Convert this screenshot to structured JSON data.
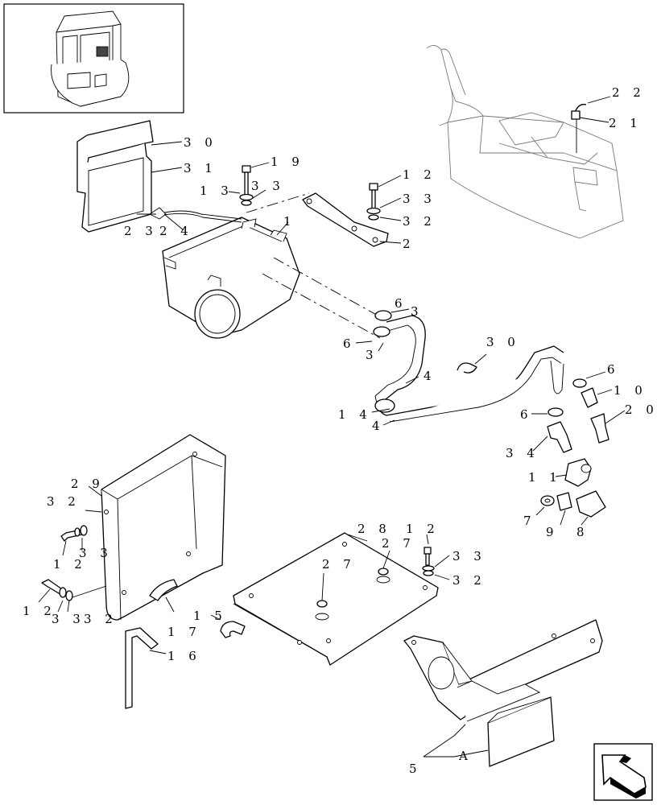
{
  "labels": {
    "l22": "2 2",
    "l21": "2 1",
    "l30a": "3 0",
    "l31": "3 1",
    "l19": "1 9",
    "l13": "1 3",
    "l33a": "3 3",
    "l12a": "1 2",
    "l33b": "3 3",
    "l32a": "3 2",
    "l2": "2",
    "l1": "1",
    "l23": "2 3",
    "l24a": "2 4",
    "l6a": "6",
    "l3a": "3",
    "l6b": "6",
    "l3b": "3",
    "l30b": "3 0",
    "l6c": "6",
    "l4a": "4",
    "l10": "1 0",
    "l14": "1 4",
    "l4b": "4",
    "l20": "2 0",
    "l6d": "6",
    "l34": "3 4",
    "l11": "1 1",
    "l7": "7",
    "l9": "9",
    "l8": "8",
    "l29": "2 9",
    "l32b": "3 2",
    "l12b": "1 2",
    "l33c": "3 3",
    "l12c": "1 2",
    "l33d": "3 3",
    "l32c": "3 2",
    "l17": "1 7",
    "l15": "1 5",
    "l16": "1 6",
    "l28": "2 8",
    "l12d": "1 2",
    "l27a": "2 7",
    "l33e": "3 3",
    "l27b": "2 7",
    "l32d": "3 2",
    "l5": "5",
    "lA": "A"
  },
  "colors": {
    "line": "#000000",
    "background": "#ffffff",
    "background_sketch": "#777777"
  },
  "icons": {
    "inset": "cab-overview-icon",
    "nav": "navigation-arrow-icon"
  }
}
